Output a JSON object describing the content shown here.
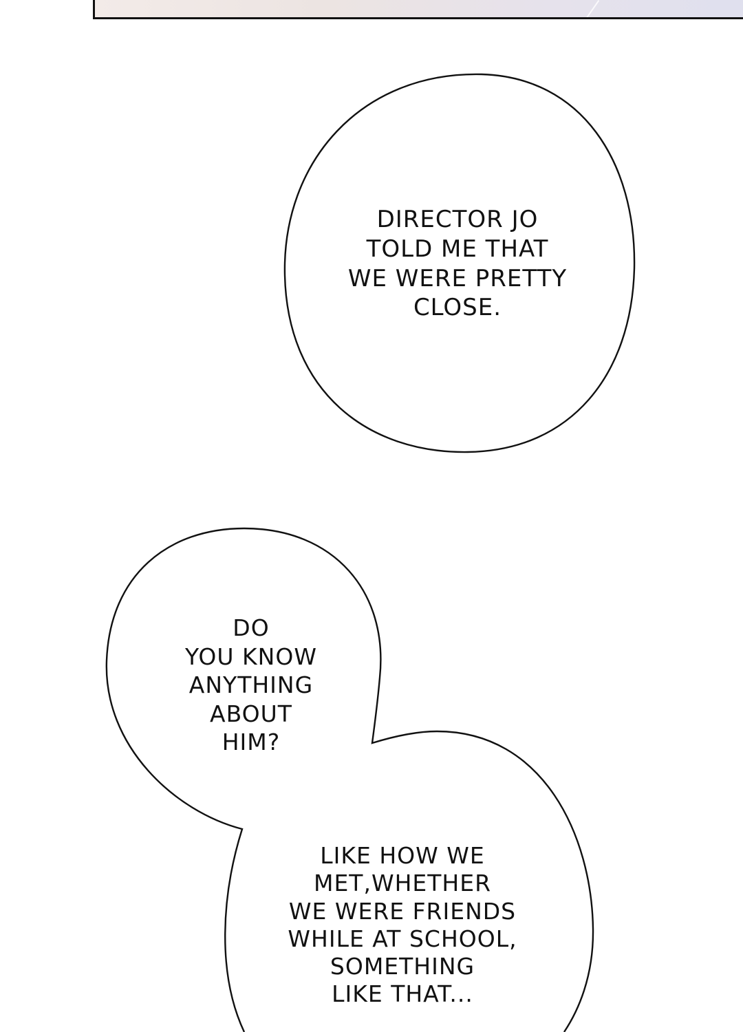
{
  "bubbles": {
    "top": {
      "text": "DIRECTOR JO\nTOLD ME THAT\nWE WERE PRETTY\nCLOSE."
    },
    "bottom": {
      "question": "DO\nYOU KNOW\nANYTHING\nABOUT\nHIM?",
      "detail": "LIKE HOW WE\nMET,WHETHER\nWE WERE FRIENDS\nWHILE AT SCHOOL,\nSOMETHING\nLIKE THAT..."
    }
  },
  "colors": {
    "ink": "#111111",
    "paper": "#ffffff"
  }
}
